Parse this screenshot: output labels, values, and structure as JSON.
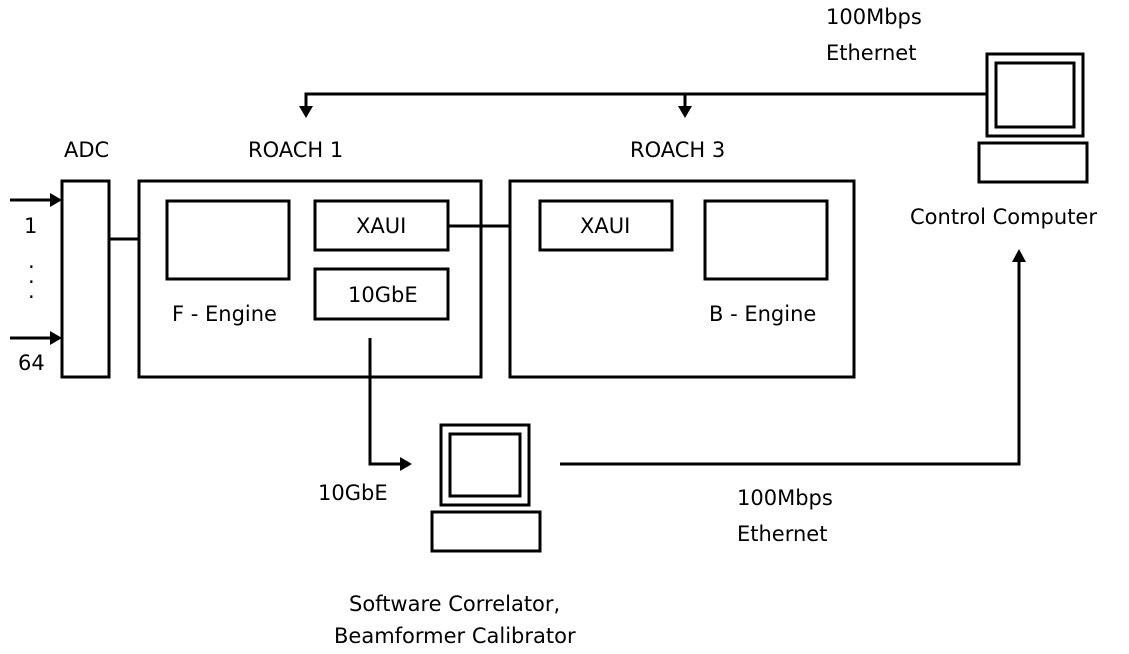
{
  "labels": {
    "adc": "ADC",
    "roach1": "ROACH 1",
    "roach3": "ROACH 3",
    "xaui1": "XAUI",
    "xaui3": "XAUI",
    "tengbe_box": "10GbE",
    "f_engine": "F - Engine",
    "b_engine": "B - Engine",
    "input_first": "1",
    "input_dot1": ".",
    "input_dot2": ".",
    "input_dot3": ".",
    "input_last": "64",
    "eth_top_line1": "100Mbps",
    "eth_top_line2": "Ethernet",
    "control_computer": "Control Computer",
    "tengbe_link": "10GbE",
    "eth_bottom_line1": "100Mbps",
    "eth_bottom_line2": "Ethernet",
    "software_line1": "Software Correlator,",
    "software_line2": "Beamformer Calibrator"
  },
  "colors": {
    "stroke": "#000000",
    "background": "#ffffff"
  },
  "icons": {
    "computer": "desktop-computer-icon"
  }
}
